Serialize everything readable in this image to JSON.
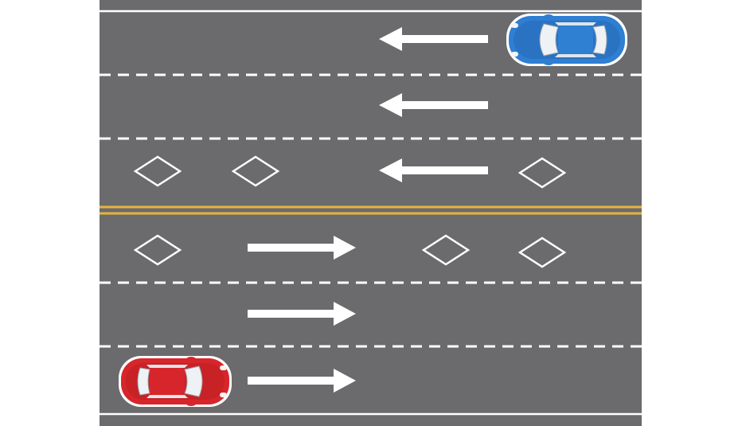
{
  "diagram": {
    "colors": {
      "background": "#ffffff",
      "asphalt": "#6b6b6e",
      "edge_line": "#ffffff",
      "lane_marking": "#ffffff",
      "center_line": "#e8b43a",
      "car_top": "#2f7fd3",
      "car_bottom": "#d7262b"
    },
    "road": {
      "lanes_per_direction": 3,
      "upper_lanes_direction": "left",
      "lower_lanes_direction": "right",
      "center_divider": "double-yellow",
      "lane_dividers": "dashed-white",
      "hov_diamond_lanes": [
        "upper-lane-3",
        "lower-lane-1"
      ]
    },
    "vehicles": [
      {
        "name": "car-top",
        "color": "blue",
        "lane": "upper-lane-1",
        "facing": "left"
      },
      {
        "name": "car-bottom",
        "color": "red",
        "lane": "lower-lane-3",
        "facing": "right"
      }
    ]
  }
}
